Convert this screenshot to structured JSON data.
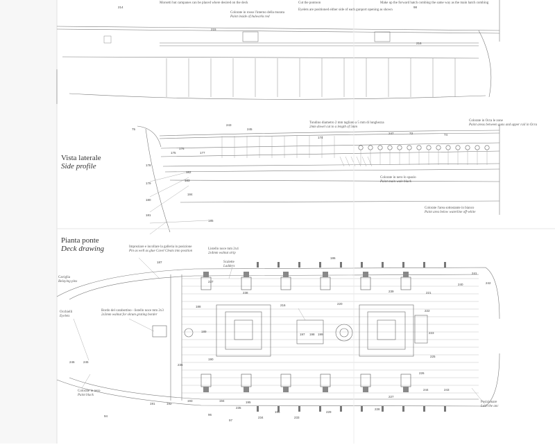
{
  "sections": {
    "side": {
      "title_it": "Vista laterale",
      "title_en": "Side profile"
    },
    "deck": {
      "title_it": "Pianta ponte",
      "title_en": "Deck drawing"
    }
  },
  "notes": {
    "top1": "Morsetti hut campanes can be placed where desired on the deck",
    "top2": "Colorate in rosso l'interno della murata",
    "top3": "Paint inside of bulwarks red",
    "top4": "Cut the pontoon",
    "top5": "Eyelets are positioned either side of each gunport opening as shown",
    "top6": "Make up the forward hatch combing the same way as the main hatch combing",
    "side1": "Tondino diametro 2 mm tagliato a 5 mm di lunghezza",
    "side2": "2mm dowel cut to a length of 5mm",
    "side3": "Colorate in nero lo spazio",
    "side4": "Paint main wale black",
    "side5": "Colorate l'area sottostante in bianco",
    "side6": "Paint area below waterline off-white",
    "side7": "Colorate in Ocra le zone",
    "side8": "Paint areas between guns and upper rail in Ocra",
    "deck1": "Impreziare e incollare la galleria in posizione",
    "deck2": "Pin as well as glue Cavel Cleats into position",
    "deck3": "Listello noce mm 2x4",
    "deck4": "2x4mm walnut strip",
    "deck5": "Scalette",
    "deck6": "Ladders",
    "deck7": "Caviglia",
    "deck8": "Belaying pins",
    "deck9": "Occhielli",
    "deck10": "Eyelets",
    "deck11": "Bordo del carabottino - listello noce mm 2x3",
    "deck12": "2x3mm walnut for skrum grating border",
    "deck13": "Colorate in nero",
    "deck14": "Paint black",
    "deck15": "Posizionare",
    "deck16": "Lash the anc"
  },
  "part_numbers": [
    "214",
    "215",
    "216",
    "243",
    "245",
    "174",
    "175",
    "176",
    "177",
    "178",
    "179",
    "180",
    "181",
    "182",
    "183",
    "184",
    "185",
    "186",
    "187",
    "188",
    "189",
    "190",
    "191",
    "192",
    "193",
    "194",
    "195",
    "196",
    "197",
    "198",
    "199",
    "216",
    "220",
    "221",
    "222",
    "223",
    "225",
    "226",
    "227",
    "228",
    "229",
    "233",
    "234",
    "235",
    "236",
    "237",
    "238",
    "239",
    "240",
    "241",
    "242",
    "243",
    "244",
    "245",
    "246",
    "247",
    "73",
    "74",
    "75",
    "94",
    "96",
    "97",
    "98"
  ]
}
